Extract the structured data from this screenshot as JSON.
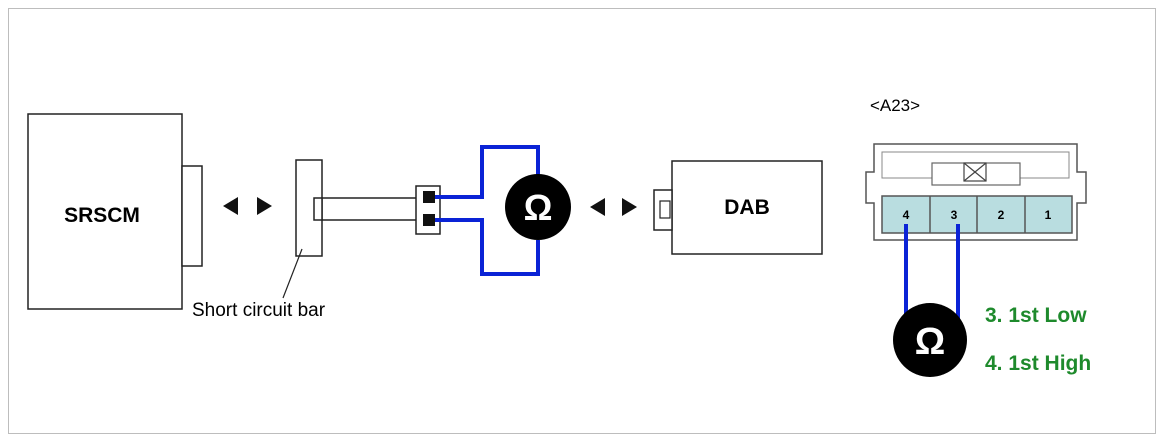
{
  "components": {
    "srscm": "SRSCM",
    "dab": "DAB"
  },
  "labels": {
    "short_circuit_bar": "Short circuit bar",
    "connector_id": "<A23>",
    "ohm_symbol": "Ω"
  },
  "connector": {
    "pins": [
      "4",
      "3",
      "2",
      "1"
    ],
    "pin_fill": "#b9dde0"
  },
  "legend": {
    "pin3": "3. 1st Low",
    "pin4": "4. 1st High",
    "color": "#1e8a2c"
  },
  "colors": {
    "wire": "#0a23d6",
    "meter": "#000000"
  }
}
